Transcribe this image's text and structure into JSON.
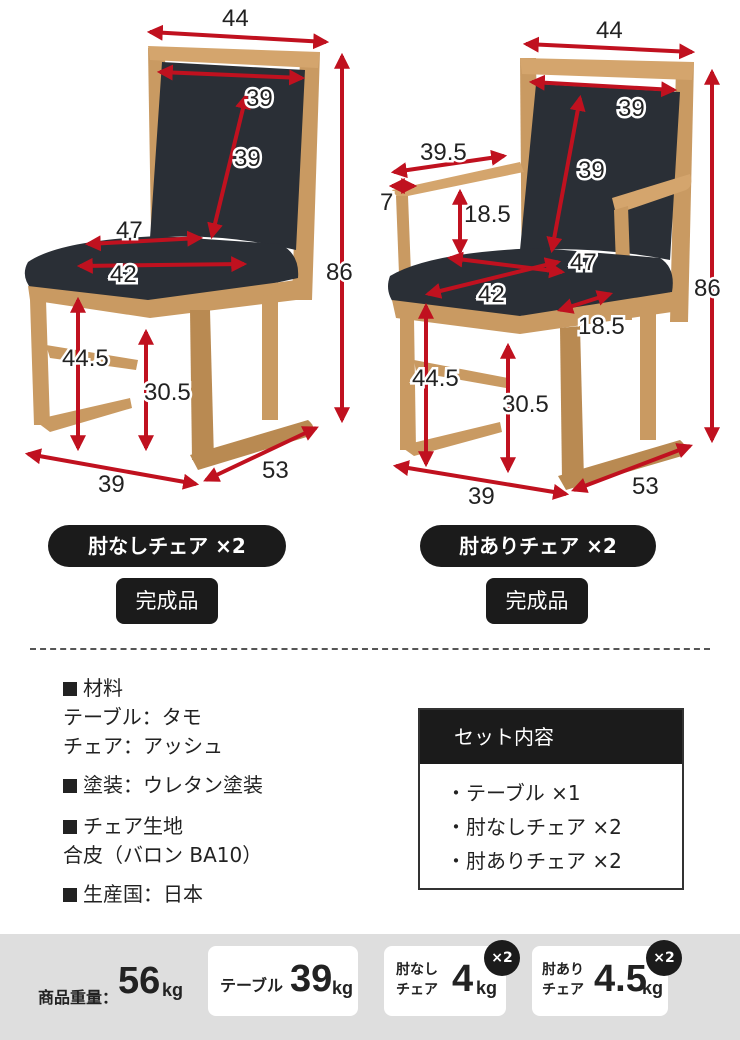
{
  "dimensions": {
    "left_chair": {
      "width_top": "44",
      "back_width": "39",
      "back_height": "39",
      "seat_depth": "47",
      "seat_width": "42",
      "seat_height": "44.5",
      "under_seat": "30.5",
      "total_height": "86",
      "base_width": "39",
      "base_depth": "53"
    },
    "right_chair": {
      "width_top": "44",
      "back_width": "39",
      "back_height": "39",
      "arm_length": "39.5",
      "arm_width": "7",
      "arm_height": "18.5",
      "seat_depth": "47",
      "seat_width": "42",
      "arm_under": "18.5",
      "seat_height": "44.5",
      "under_seat": "30.5",
      "total_height": "86",
      "base_width": "39",
      "base_depth": "53"
    }
  },
  "labels": {
    "left_chair_name": "肘なしチェア ×2",
    "right_chair_name": "肘ありチェア ×2",
    "left_tag": "完成品",
    "right_tag": "完成品"
  },
  "specs": {
    "material_title": "材料",
    "material_table": "テーブル：タモ",
    "material_chair": "チェア：アッシュ",
    "finish": "塗装：ウレタン塗装",
    "fabric_title": "チェア生地",
    "fabric_value": "合皮（バロン BA10）",
    "origin": "生産国：日本"
  },
  "set_contents": {
    "title": "セット内容",
    "items": [
      "・テーブル ×1",
      "・肘なしチェア ×2",
      "・肘ありチェア ×2"
    ]
  },
  "weights": {
    "label": "商品重量：",
    "total_value": "56",
    "total_unit": "kg",
    "table_label": "テーブル",
    "table_value": "39",
    "table_unit": "kg",
    "noarm_label_1": "肘なし",
    "noarm_label_2": "チェア",
    "noarm_value": "4",
    "noarm_unit": "kg",
    "noarm_badge": "×2",
    "arm_label_1": "肘あり",
    "arm_label_2": "チェア",
    "arm_value": "4.5",
    "arm_unit": "kg",
    "arm_badge": "×2"
  },
  "colors": {
    "arrow": "#c0111f",
    "wood": "#c99a62",
    "leather": "#2a2f36",
    "dark": "#1b1b1b",
    "panel": "#dedede"
  }
}
